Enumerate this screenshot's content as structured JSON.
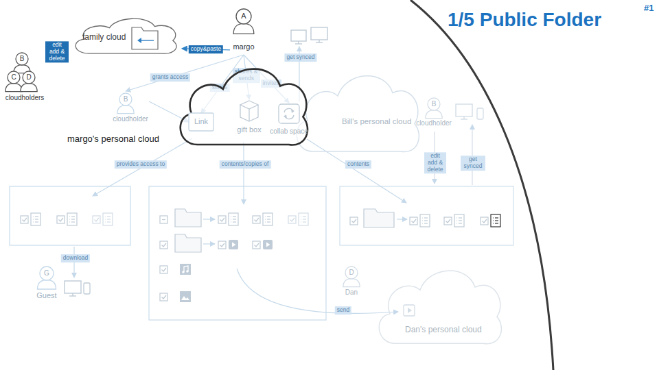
{
  "diagram": {
    "title": "1/5 Public Folder",
    "nodes": [
      {
        "text": [
          "family cloud"
        ]
      },
      {
        "text": [
          "B",
          "C",
          "D",
          "cloudholders"
        ]
      },
      {
        "text": [
          "A",
          "margo"
        ]
      },
      {
        "text": [
          "margo's personal cloud"
        ]
      },
      {
        "text": [
          "Link"
        ],
        "in": 3
      },
      {
        "text": [
          "gift box"
        ],
        "in": 3
      },
      {
        "text": [
          "collab space"
        ],
        "in": 3
      },
      {
        "text": [
          "Bill's personal cloud"
        ]
      },
      {
        "text": [
          "B",
          "cloudholder"
        ]
      },
      {
        "text": [
          "B",
          "cloudholder"
        ]
      },
      {
        "text": [
          "G",
          "Guest"
        ]
      },
      {
        "text": [
          "D",
          "Dan"
        ]
      },
      {
        "text": [
          "Dan's personal cloud"
        ]
      }
    ],
    "edges": [
      {
        "from": 1,
        "to": 0,
        "arrow": "none",
        "label": "edit add & delete"
      },
      {
        "from": 2,
        "to": 0,
        "arrow": "to",
        "label": "copy&paste"
      },
      {
        "from": 2,
        "to": 8,
        "arrow": "to",
        "label": "grants access"
      },
      {
        "from": 2,
        "to": 4,
        "arrow": "to",
        "label": "sends"
      },
      {
        "from": 2,
        "to": 5,
        "arrow": "to",
        "label": "shares & sends"
      },
      {
        "from": 2,
        "to": 6,
        "arrow": "to",
        "label": "invites"
      },
      {
        "from": 8,
        "to": 4,
        "arrow": "to"
      }
    ],
    "labels": [
      "#1",
      "get synced",
      "provides access to",
      "contents/copies of",
      "contents",
      "edit add & delete",
      "get synced",
      "download",
      "send"
    ]
  }
}
